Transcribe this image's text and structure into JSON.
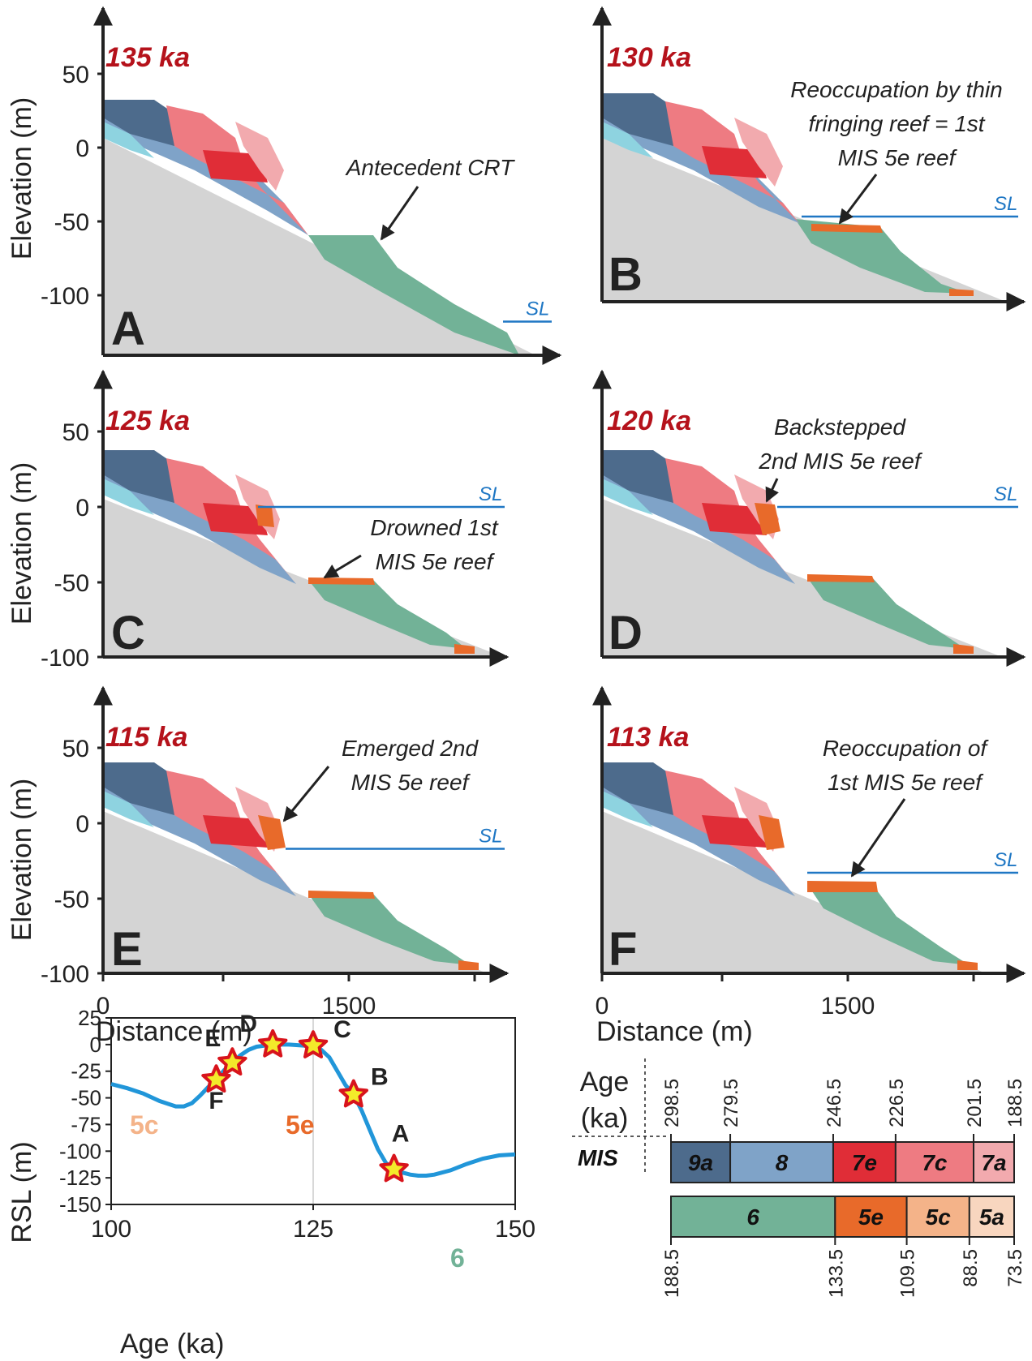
{
  "colors": {
    "axis": "#222222",
    "age_label": "#b5121b",
    "sea_level": "#1f77c4",
    "rsl_curve": "#2196d9",
    "star_fill": "#f3ea2a",
    "star_stroke": "#d8141c",
    "bedrock": "#d4d4d4",
    "mis9a": "#4d6b8c",
    "mis8": "#7fa3c8",
    "mis7e": "#e02d37",
    "mis7c": "#ee7b82",
    "mis7a": "#f2aaae",
    "mis6": "#72b297",
    "mis5e": "#e86a2a",
    "mis5c": "#f4b389",
    "mis5a": "#f8d6bf"
  },
  "profile_axes": {
    "ylabel": "Elevation (m)",
    "xlabel": "Distance (m)",
    "y_ticks": [
      "50",
      "0",
      "-50",
      "-100"
    ],
    "x_ticks": [
      "0",
      "1500"
    ],
    "sl_label": "SL"
  },
  "panels": [
    {
      "id": "A",
      "age": "135 ka",
      "sea_level_m": -117,
      "annotation": [
        "Antecedent CRT"
      ]
    },
    {
      "id": "B",
      "age": "130 ka",
      "sea_level_m": -47,
      "annotation": [
        "Reoccupation by thin",
        "fringing reef = 1st",
        "MIS 5e reef"
      ]
    },
    {
      "id": "C",
      "age": "125 ka",
      "sea_level_m": 0,
      "annotation": [
        "Drowned 1st",
        "MIS 5e reef"
      ]
    },
    {
      "id": "D",
      "age": "120 ka",
      "sea_level_m": 0,
      "annotation": [
        "Backstepped",
        "2nd MIS 5e reef"
      ]
    },
    {
      "id": "E",
      "age": "115 ka",
      "sea_level_m": -17,
      "annotation": [
        "Emerged 2nd",
        "MIS 5e reef"
      ]
    },
    {
      "id": "F",
      "age": "113 ka",
      "sea_level_m": -33,
      "annotation": [
        "Reoccupation of",
        "1st MIS 5e reef"
      ]
    }
  ],
  "chart_data": {
    "type": "line",
    "xlabel": "Age (ka)",
    "ylabel": "RSL (m)",
    "xlim": [
      100,
      150
    ],
    "ylim": [
      -150,
      25
    ],
    "x_ticks": [
      "100",
      "125",
      "150"
    ],
    "y_ticks": [
      "25",
      "0",
      "-25",
      "-50",
      "-75",
      "-100",
      "-125",
      "-150"
    ],
    "series": [
      {
        "x": [
          100,
          102,
          104,
          106,
          108,
          109,
          110,
          111,
          112,
          113,
          114,
          115,
          116,
          117,
          118,
          119,
          120,
          122,
          124,
          125,
          126,
          127,
          128,
          129,
          130,
          131,
          132,
          133,
          134,
          135,
          136,
          137,
          138,
          139,
          140,
          142,
          144,
          146,
          148,
          150
        ],
        "y": [
          -37,
          -41,
          -46,
          -53,
          -58,
          -58,
          -55,
          -48,
          -40,
          -33,
          -24,
          -17,
          -10,
          -5,
          -2,
          -1,
          0,
          0,
          -1,
          -2,
          -5,
          -12,
          -25,
          -38,
          -47,
          -62,
          -80,
          -98,
          -111,
          -117,
          -120,
          -122,
          -123,
          -123,
          -122,
          -118,
          -112,
          -107,
          -104,
          -103
        ]
      }
    ],
    "points": [
      {
        "label": "A",
        "x": 135,
        "y": -117
      },
      {
        "label": "B",
        "x": 130,
        "y": -47
      },
      {
        "label": "C",
        "x": 125,
        "y": -1
      },
      {
        "label": "D",
        "x": 120,
        "y": 0
      },
      {
        "label": "E",
        "x": 115,
        "y": -17
      },
      {
        "label": "F",
        "x": 113,
        "y": -33
      }
    ],
    "stage_labels": [
      "5c",
      "5e",
      "6"
    ]
  },
  "mis_chart": {
    "age_label": [
      "Age",
      "(ka)"
    ],
    "mis_label": "MIS",
    "top_ticks": [
      "298.5",
      "279.5",
      "246.5",
      "226.5",
      "201.5",
      "188.5"
    ],
    "bottom_ticks": [
      "188.5",
      "133.5",
      "109.5",
      "88.5",
      "73.5"
    ],
    "top_row": [
      {
        "stage": "9a",
        "start": 298.5,
        "end": 279.5
      },
      {
        "stage": "8",
        "start": 279.5,
        "end": 246.5
      },
      {
        "stage": "7e",
        "start": 246.5,
        "end": 226.5
      },
      {
        "stage": "7c",
        "start": 226.5,
        "end": 201.5
      },
      {
        "stage": "7a",
        "start": 201.5,
        "end": 188.5
      }
    ],
    "bottom_row": [
      {
        "stage": "6",
        "start": 188.5,
        "end": 133.5
      },
      {
        "stage": "5e",
        "start": 133.5,
        "end": 109.5
      },
      {
        "stage": "5c",
        "start": 109.5,
        "end": 88.5
      },
      {
        "stage": "5a",
        "start": 88.5,
        "end": 73.5
      }
    ]
  }
}
